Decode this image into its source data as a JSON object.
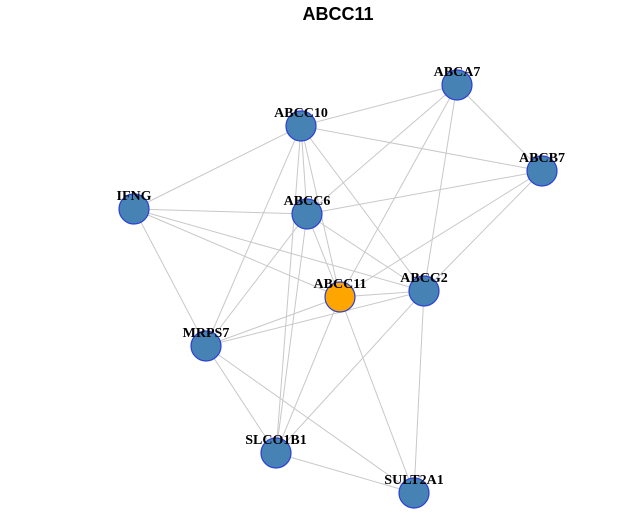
{
  "title": "ABCC11",
  "colors": {
    "node_fill": "#4682b4",
    "node_stroke": "#2b3fd6",
    "center_fill": "#ffa500",
    "center_stroke": "#2b3fd6",
    "edge": "#c8c8c8"
  },
  "nodes": [
    {
      "id": "ABCA7",
      "label": "ABCA7",
      "center": false
    },
    {
      "id": "ABCC10",
      "label": "ABCC10",
      "center": false
    },
    {
      "id": "ABCB7",
      "label": "ABCB7",
      "center": false
    },
    {
      "id": "IFNG",
      "label": "IFNG",
      "center": false
    },
    {
      "id": "ABCC6",
      "label": "ABCC6",
      "center": false
    },
    {
      "id": "ABCC11",
      "label": "ABCC11",
      "center": true
    },
    {
      "id": "ABCG2",
      "label": "ABCG2",
      "center": false
    },
    {
      "id": "MRPS7",
      "label": "MRPS7",
      "center": false
    },
    {
      "id": "SLCO1B1",
      "label": "SLCO1B1",
      "center": false
    },
    {
      "id": "SULT2A1",
      "label": "SULT2A1",
      "center": false
    }
  ],
  "edges": [
    [
      "ABCC10",
      "ABCA7"
    ],
    [
      "ABCC10",
      "ABCB7"
    ],
    [
      "ABCC10",
      "IFNG"
    ],
    [
      "ABCC10",
      "ABCC6"
    ],
    [
      "ABCC10",
      "ABCC11"
    ],
    [
      "ABCC10",
      "ABCG2"
    ],
    [
      "ABCC10",
      "MRPS7"
    ],
    [
      "ABCC10",
      "SLCO1B1"
    ],
    [
      "ABCA7",
      "ABCB7"
    ],
    [
      "ABCA7",
      "ABCC6"
    ],
    [
      "ABCA7",
      "ABCC11"
    ],
    [
      "ABCA7",
      "ABCG2"
    ],
    [
      "ABCB7",
      "ABCC6"
    ],
    [
      "ABCB7",
      "ABCC11"
    ],
    [
      "ABCB7",
      "ABCG2"
    ],
    [
      "IFNG",
      "ABCC6"
    ],
    [
      "IFNG",
      "ABCC11"
    ],
    [
      "IFNG",
      "ABCG2"
    ],
    [
      "IFNG",
      "MRPS7"
    ],
    [
      "ABCC6",
      "ABCC11"
    ],
    [
      "ABCC6",
      "ABCG2"
    ],
    [
      "ABCC6",
      "MRPS7"
    ],
    [
      "ABCC6",
      "SLCO1B1"
    ],
    [
      "ABCC11",
      "ABCG2"
    ],
    [
      "ABCC11",
      "MRPS7"
    ],
    [
      "ABCC11",
      "SLCO1B1"
    ],
    [
      "ABCC11",
      "SULT2A1"
    ],
    [
      "ABCG2",
      "MRPS7"
    ],
    [
      "ABCG2",
      "SLCO1B1"
    ],
    [
      "ABCG2",
      "SULT2A1"
    ],
    [
      "MRPS7",
      "SLCO1B1"
    ],
    [
      "MRPS7",
      "SULT2A1"
    ],
    [
      "SLCO1B1",
      "SULT2A1"
    ]
  ]
}
